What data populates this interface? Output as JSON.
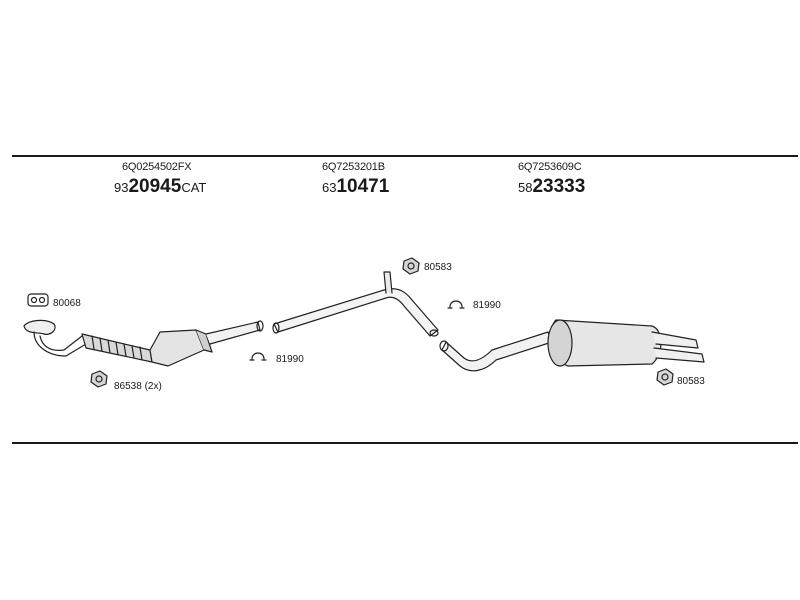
{
  "parts": [
    {
      "part_number": "6Q0254502FX",
      "ref_prefix": "93",
      "ref_main": "20945",
      "ref_suffix": "CAT"
    },
    {
      "part_number": "6Q7253201B",
      "ref_prefix": "63",
      "ref_main": "10471",
      "ref_suffix": ""
    },
    {
      "part_number": "6Q7253609C",
      "ref_prefix": "58",
      "ref_main": "23333",
      "ref_suffix": ""
    }
  ],
  "accessories": {
    "gasket_front": "80068",
    "nut_front": "86538 (2x)",
    "clamp_1": "81990",
    "hanger_mid": "80583",
    "clamp_2": "81990",
    "hanger_rear": "80583"
  }
}
